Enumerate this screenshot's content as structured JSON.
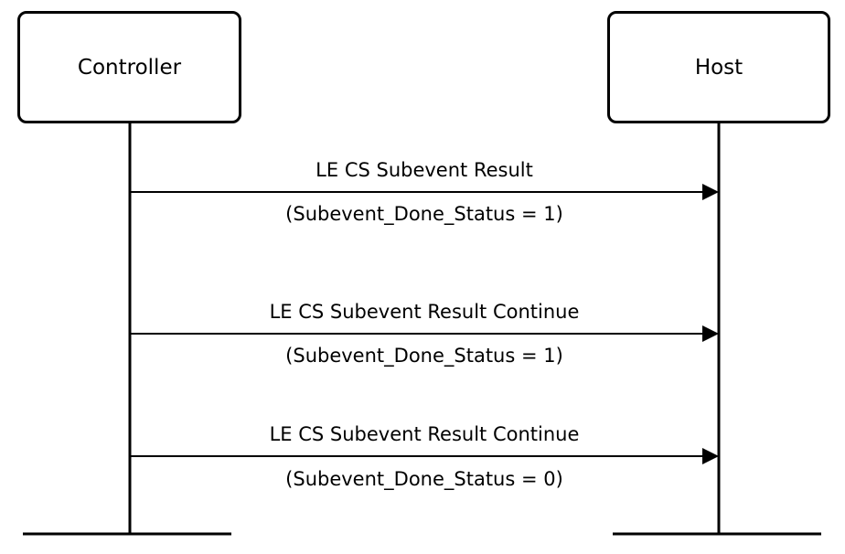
{
  "participants": {
    "controller": "Controller",
    "host": "Host"
  },
  "messages": [
    {
      "label": "LE CS Subevent Result",
      "status": "(Subevent_Done_Status = 1)"
    },
    {
      "label": "LE CS Subevent Result Continue",
      "status": "(Subevent_Done_Status = 1)"
    },
    {
      "label": "LE CS Subevent Result Continue",
      "status": "(Subevent_Done_Status = 0)"
    }
  ],
  "colors": {
    "line": "#000000",
    "background": "#ffffff"
  }
}
